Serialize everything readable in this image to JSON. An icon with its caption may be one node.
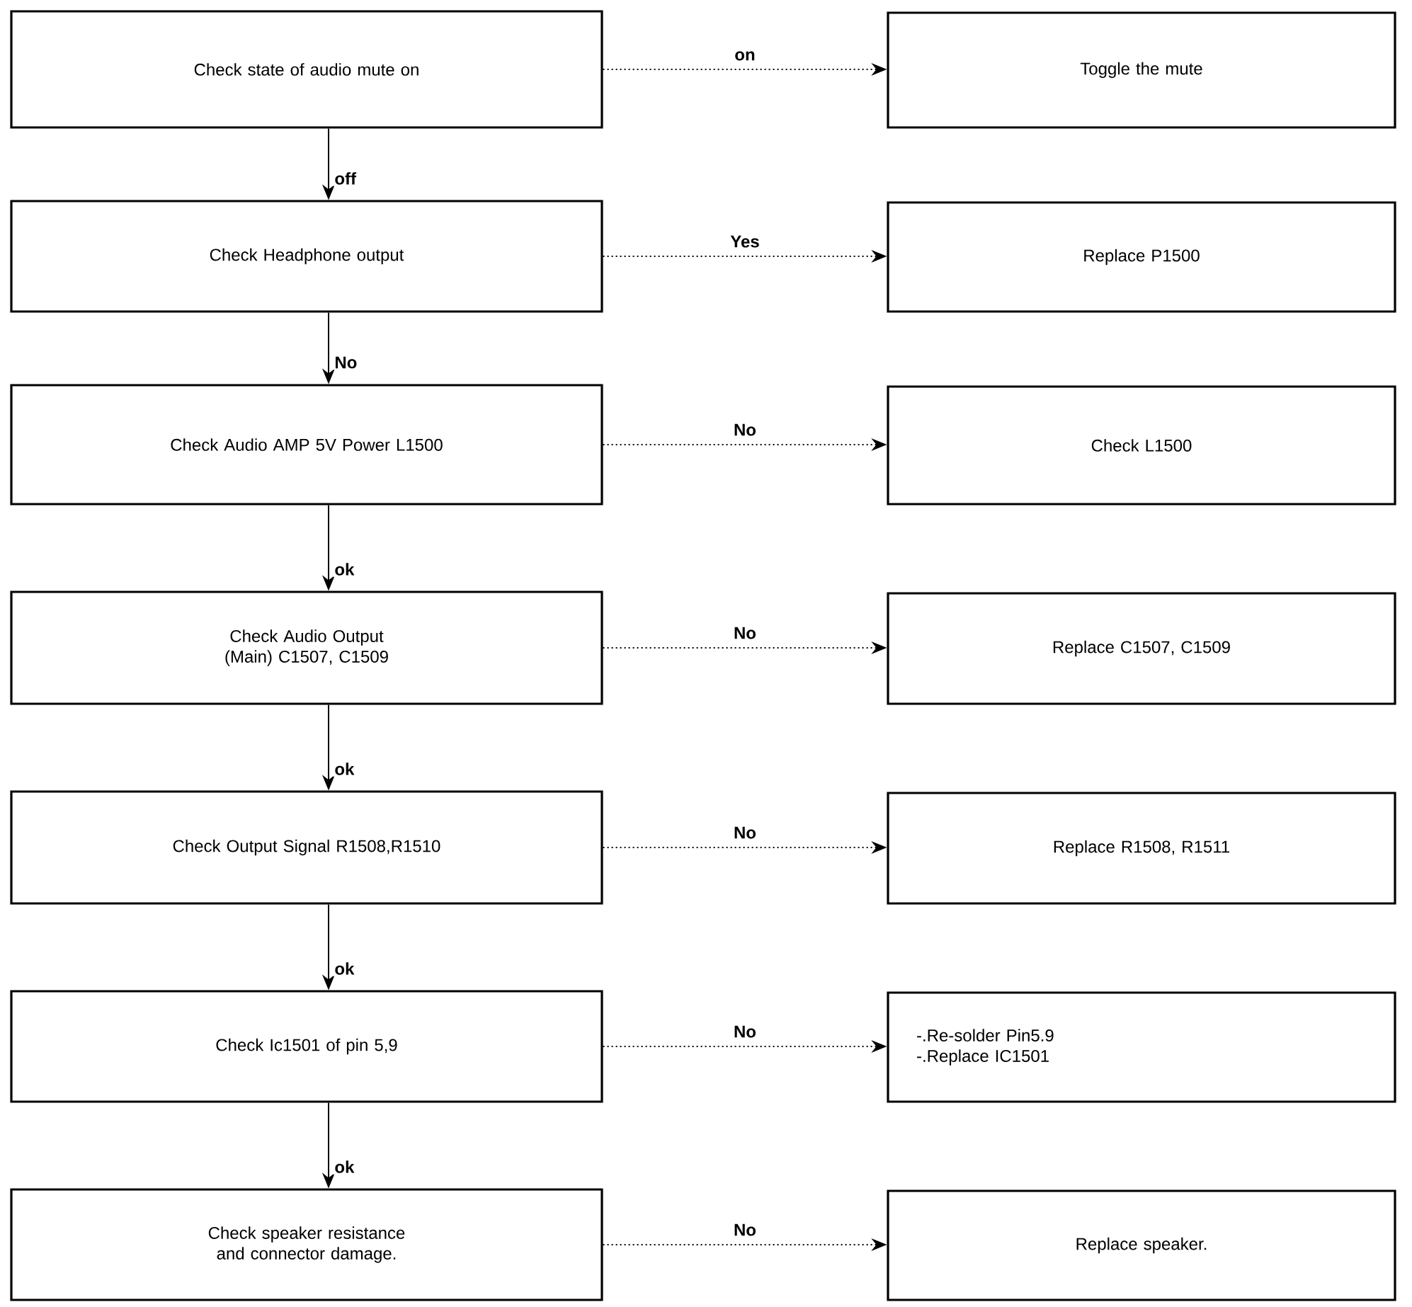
{
  "diagram": {
    "nodes": [
      {
        "text": [
          "Check state of audio mute on"
        ]
      },
      {
        "text": [
          "Toggle the mute"
        ]
      },
      {
        "text": [
          "Check Headphone output"
        ]
      },
      {
        "text": [
          "Replace P1500"
        ]
      },
      {
        "text": [
          "Check Audio AMP 5V Power L1500"
        ]
      },
      {
        "text": [
          "Check  L1500"
        ]
      },
      {
        "text": [
          "Check Audio Output (Main) C1507, C1509"
        ]
      },
      {
        "text": [
          "Replace C1507, C1509"
        ]
      },
      {
        "text": [
          "Check Output Signal R1508,R1510"
        ]
      },
      {
        "text": [
          "Replace R1508, R1511"
        ]
      },
      {
        "text": [
          "Check Ic1501 of pin 5,9"
        ]
      },
      {
        "text": [
          "-.Re-solder Pin5.9",
          "-.Replace IC1501"
        ]
      },
      {
        "text": [
          "Check speaker resistance and connector damage."
        ]
      },
      {
        "text": [
          "Replace speaker."
        ]
      }
    ],
    "edges": [
      {
        "from": 0,
        "to": 1,
        "arrow": "to",
        "label": "on",
        "style": "dashed"
      },
      {
        "from": 0,
        "to": 2,
        "arrow": "to",
        "label": "off"
      },
      {
        "from": 2,
        "to": 3,
        "arrow": "to",
        "label": "Yes",
        "style": "dashed"
      },
      {
        "from": 2,
        "to": 4,
        "arrow": "to",
        "label": "No"
      },
      {
        "from": 4,
        "to": 5,
        "arrow": "to",
        "label": "No",
        "style": "dashed"
      },
      {
        "from": 4,
        "to": 6,
        "arrow": "to",
        "label": "ok"
      },
      {
        "from": 6,
        "to": 7,
        "arrow": "to",
        "label": "No",
        "style": "dashed"
      },
      {
        "from": 6,
        "to": 8,
        "arrow": "to",
        "label": "ok"
      },
      {
        "from": 8,
        "to": 9,
        "arrow": "to",
        "label": "No",
        "style": "dashed"
      },
      {
        "from": 8,
        "to": 10,
        "arrow": "to",
        "label": "ok"
      },
      {
        "from": 10,
        "to": 11,
        "arrow": "to",
        "label": "No",
        "style": "dashed"
      },
      {
        "from": 10,
        "to": 12,
        "arrow": "to",
        "label": "ok"
      },
      {
        "from": 12,
        "to": 13,
        "arrow": "to",
        "label": "No",
        "style": "dashed"
      }
    ]
  }
}
